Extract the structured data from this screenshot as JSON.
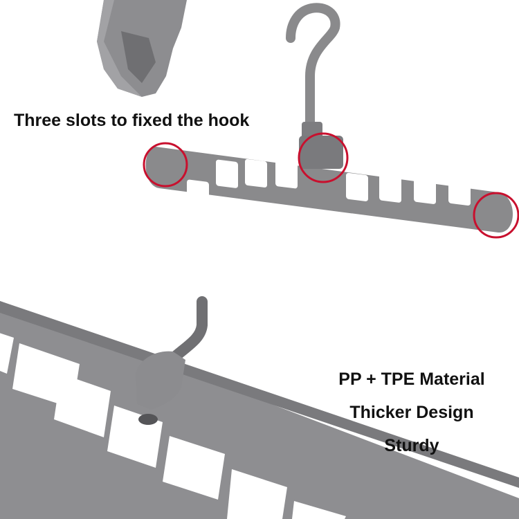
{
  "captions": {
    "slots": "Three slots to fixed the hook"
  },
  "features": [
    "PP + TPE Material",
    "Thicker Design",
    "Sturdy"
  ],
  "colors": {
    "plastic": "#8a8a8c",
    "plastic_dark": "#6f6f72",
    "highlight_circle": "#c8102e",
    "background": "#ffffff",
    "text": "#111111"
  }
}
